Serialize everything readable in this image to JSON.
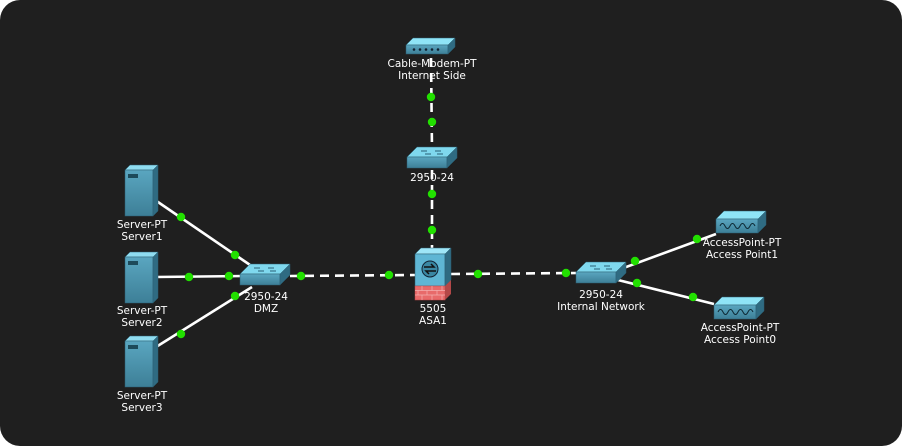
{
  "colors": {
    "background": "#1f1f1f",
    "link": "#ffffff",
    "link_status": "#22e000",
    "device_front": "#4a8fa8",
    "device_top": "#7fd8ee",
    "device_side": "#2f6b82",
    "firewall_base": "#e05a5a"
  },
  "devices": {
    "modem": {
      "icon": "cable-modem-icon",
      "line1": "Cable-Modem-PT",
      "line2": "Internet Side"
    },
    "sw_top": {
      "icon": "switch-icon",
      "line1": "2950-24",
      "line2": ""
    },
    "sw_dmz": {
      "icon": "switch-icon",
      "line1": "2950-24",
      "line2": "DMZ"
    },
    "asa": {
      "icon": "firewall-icon",
      "line1": "5505",
      "line2": "ASA1"
    },
    "sw_int": {
      "icon": "switch-icon",
      "line1": "2950-24",
      "line2": "Internal Network"
    },
    "server1": {
      "icon": "server-icon",
      "line1": "Server-PT",
      "line2": "Server1"
    },
    "server2": {
      "icon": "server-icon",
      "line1": "Server-PT",
      "line2": "Server2"
    },
    "server3": {
      "icon": "server-icon",
      "line1": "Server-PT",
      "line2": "Server3"
    },
    "ap1": {
      "icon": "access-point-icon",
      "line1": "AccessPoint-PT",
      "line2": "Access Point1"
    },
    "ap0": {
      "icon": "access-point-icon",
      "line1": "AccessPoint-PT",
      "line2": "Access Point0"
    }
  },
  "links": [
    {
      "from": "modem",
      "to": "sw_top",
      "style": "dashed"
    },
    {
      "from": "sw_top",
      "to": "asa",
      "style": "dashed"
    },
    {
      "from": "sw_dmz",
      "to": "asa",
      "style": "dashed"
    },
    {
      "from": "asa",
      "to": "sw_int",
      "style": "dashed"
    },
    {
      "from": "server1",
      "to": "sw_dmz",
      "style": "solid"
    },
    {
      "from": "server2",
      "to": "sw_dmz",
      "style": "solid"
    },
    {
      "from": "server3",
      "to": "sw_dmz",
      "style": "solid"
    },
    {
      "from": "sw_int",
      "to": "ap1",
      "style": "solid"
    },
    {
      "from": "sw_int",
      "to": "ap0",
      "style": "solid"
    }
  ]
}
